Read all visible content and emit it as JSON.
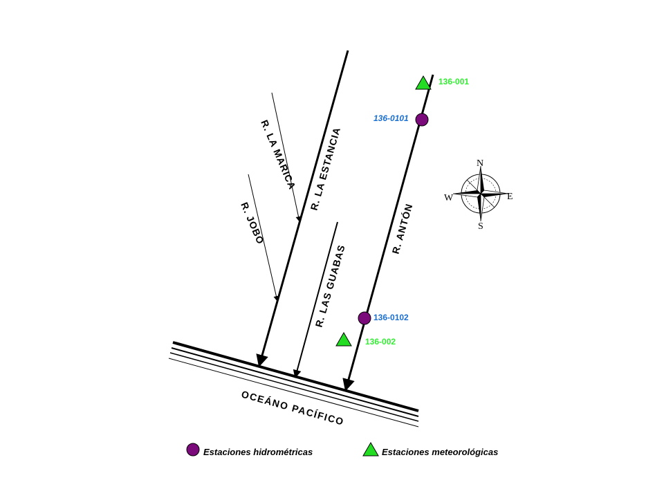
{
  "colors": {
    "hydro_station": "#7b0a7b",
    "meteo_station": "#22dd22",
    "hydro_label": "#1a6fd1",
    "meteo_label": "#33ee33",
    "river": "#000000"
  },
  "rivers": {
    "la_marica": "R. LA MARICA",
    "la_estancia": "R. LA ESTANCIA",
    "jobo": "R. JOBO",
    "las_guabas": "R. LAS GUABAS",
    "anton": "R. ANTÓN"
  },
  "ocean": "OCEÁNO PACÍFICO",
  "stations": {
    "meteo_1": "136-001",
    "hydro_1": "136-0101",
    "hydro_2": "136-0102",
    "meteo_2": "136-002"
  },
  "compass": {
    "north": "N",
    "south": "S",
    "east": "E",
    "west": "W"
  },
  "legend": {
    "hydro": "Estaciones hidrométricas",
    "meteo": "Estaciones meteorológicas"
  },
  "icons": {
    "hydro": "purple-circle",
    "meteo": "green-triangle",
    "compass": "compass-rose"
  }
}
